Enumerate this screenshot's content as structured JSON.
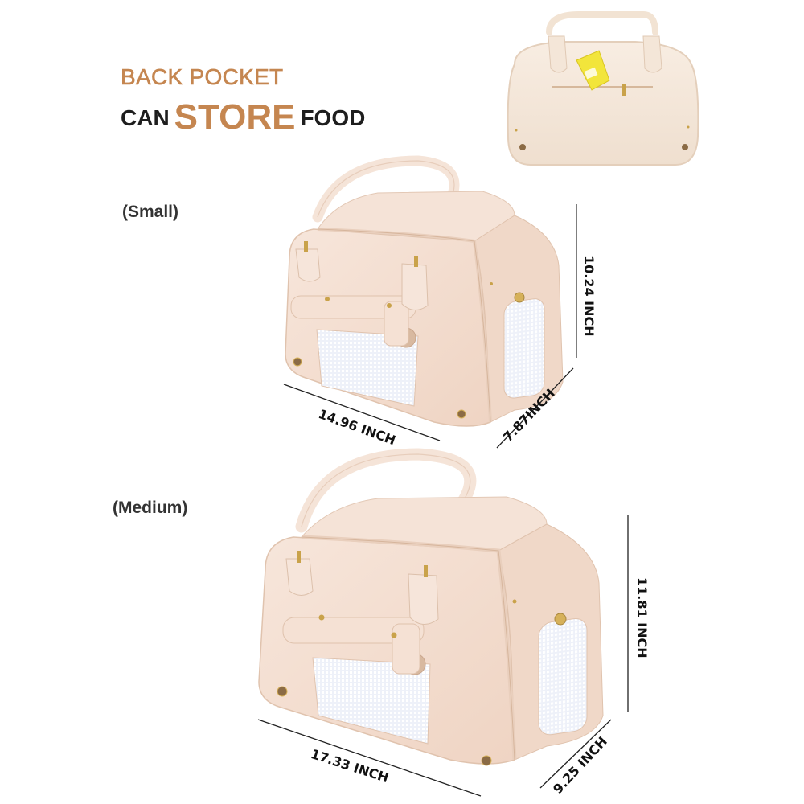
{
  "headline": {
    "line1": "BACK POCKET",
    "line2_prefix": "CAN",
    "line2_accent": "STORE",
    "line2_suffix": "FOOD"
  },
  "colors": {
    "accent": "#c58650",
    "text_dark": "#1e1e1e",
    "bag_body": "#f3ddd0",
    "bag_shadow": "#e6c7b4",
    "mesh": "#e8ecf6",
    "hardware_gold": "#c9a24a",
    "dimension_line": "#222222"
  },
  "products": [
    {
      "size_label": "(Small)",
      "dimensions": {
        "length": "14.96 INCH",
        "width": "7.87INCH",
        "height": "10.24 INCH"
      }
    },
    {
      "size_label": "(Medium)",
      "dimensions": {
        "length": "17.33 INCH",
        "width": "9.25 INCH",
        "height": "11.81 INCH"
      }
    }
  ],
  "back_view": {
    "description": "back-pocket-with-snack-pack"
  }
}
